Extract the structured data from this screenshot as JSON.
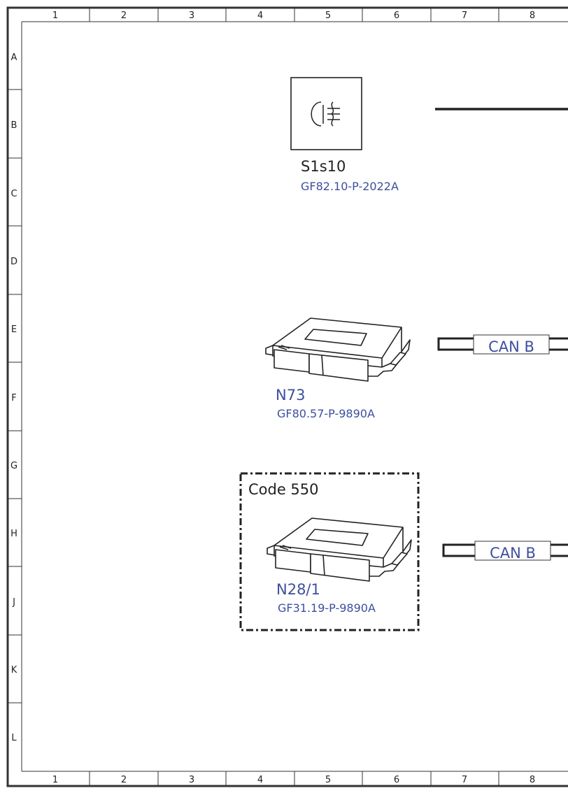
{
  "frame": {
    "columns": [
      "1",
      "2",
      "3",
      "4",
      "5",
      "6",
      "7",
      "8"
    ],
    "rows": [
      "A",
      "B",
      "C",
      "D",
      "E",
      "F",
      "G",
      "H",
      "J",
      "K",
      "L"
    ]
  },
  "components": {
    "switch": {
      "id": "S1s10",
      "ref": "GF82.10-P-2022A",
      "icon": "fog-lamp-switch-icon"
    },
    "module1": {
      "id": "N73",
      "ref": "GF80.57-P-9890A",
      "icon": "control-module-icon"
    },
    "module2": {
      "id": "N28/1",
      "ref": "GF31.19-P-9890A",
      "icon": "control-module-icon",
      "option_label": "Code 550"
    }
  },
  "connectors": {
    "can1": {
      "label": "CAN B"
    },
    "can2": {
      "label": "CAN B"
    }
  },
  "colors": {
    "label_blue": "#3d4f9e",
    "line": "#222222"
  }
}
